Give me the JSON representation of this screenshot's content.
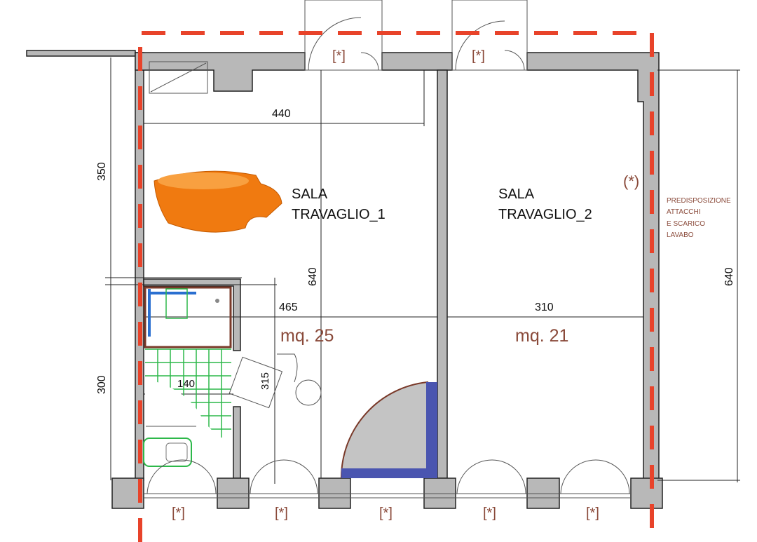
{
  "rooms": [
    {
      "name_line1": "SALA",
      "name_line2": "TRAVAGLIO_1",
      "area": "mq. 25"
    },
    {
      "name_line1": "SALA",
      "name_line2": "TRAVAGLIO_2",
      "area": "mq. 21"
    }
  ],
  "dimensions": {
    "top_width": "440",
    "left_upper": "350",
    "left_lower": "300",
    "room1_height": "640",
    "room1_width": "465",
    "room2_width": "310",
    "bath_width": "140",
    "bath_door": "315",
    "right_height": "640"
  },
  "annotations": {
    "asterisk_note": "(*)",
    "note_lines": [
      "PREDISPOSIZIONE",
      "ATTACCHI",
      "E SCARICO",
      "LAVABO"
    ],
    "window_marker": "[*]"
  },
  "colors": {
    "wall": "#b8b8b8",
    "boundary": "#e8432a",
    "text_accent": "#8a4a3a",
    "door_panel": "#4a55b0",
    "tiles": "#2db84a",
    "tub": "#f07a10"
  }
}
